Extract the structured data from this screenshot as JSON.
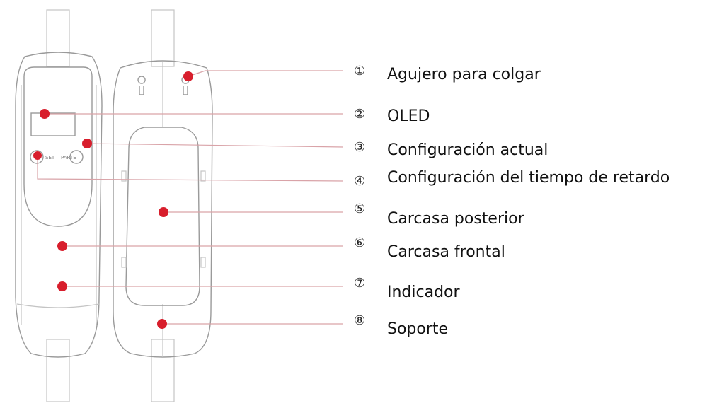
{
  "device": {
    "front_small_labels": {
      "left": "SET",
      "right": "PARTE"
    }
  },
  "callouts": [
    {
      "number": "①",
      "label": "Agujero para colgar"
    },
    {
      "number": "②",
      "label": "OLED"
    },
    {
      "number": "③",
      "label": "Configuración actual"
    },
    {
      "number": "④",
      "label": "Configuración del tiempo de retardo"
    },
    {
      "number": "⑤",
      "label": "Carcasa posterior"
    },
    {
      "number": "⑥",
      "label": "Carcasa frontal"
    },
    {
      "number": "⑦",
      "label": "Indicador"
    },
    {
      "number": "⑧",
      "label": "Soporte"
    }
  ],
  "colors": {
    "marker": "#d81e2c",
    "leader": "#d9a3a8",
    "outline": "#9a9a9a"
  }
}
